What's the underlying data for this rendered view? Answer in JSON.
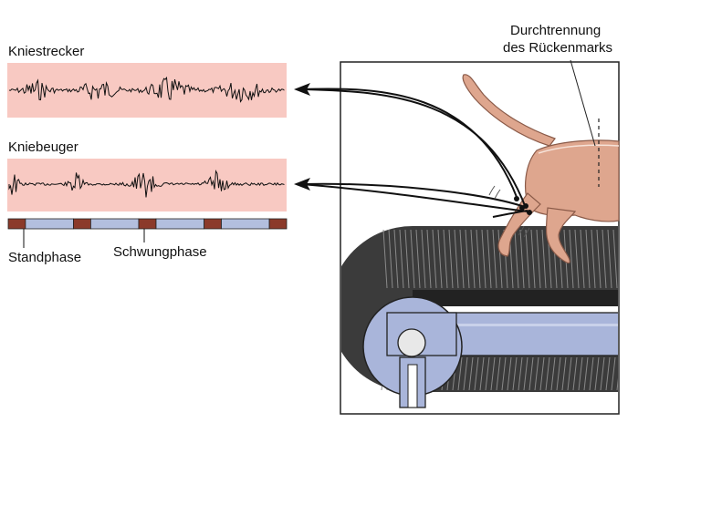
{
  "labels": {
    "extensor": "Kniestrecker",
    "flexor": "Kniebeuger",
    "stance": "Standphase",
    "swing": "Schwungphase",
    "cut_line1": "Durchtrennung",
    "cut_line2": "des Rückenmarks"
  },
  "colors": {
    "emg_background": "#f8c9c2",
    "stance_bar": "#8b3a2a",
    "swing_bar": "#b3bfde",
    "cat_fur": "#dea68e",
    "belt": "#3b3b3b",
    "frame": "#a9b5da"
  },
  "gait_bar": {
    "segments": [
      "stance",
      "swing",
      "stance",
      "swing",
      "stance",
      "swing",
      "stance",
      "swing",
      "stance"
    ]
  }
}
